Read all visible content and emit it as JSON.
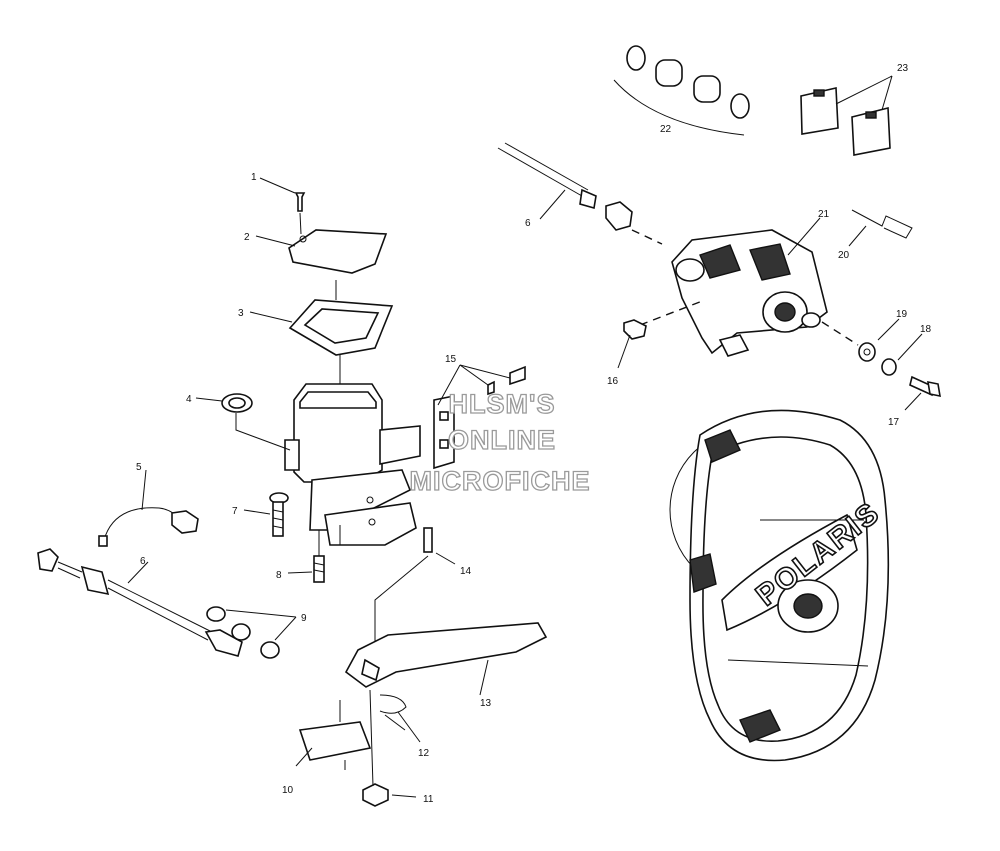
{
  "watermark": {
    "line1": "HLSM'S",
    "line2": "ONLINE",
    "line3": "MICROFICHE"
  },
  "brand_text": "POLARIS",
  "callouts": {
    "c1": "1",
    "c2": "2",
    "c3": "3",
    "c4": "4",
    "c5": "5",
    "c6a": "6",
    "c6b": "6",
    "c7": "7",
    "c8": "8",
    "c9": "9",
    "c10": "10",
    "c11": "11",
    "c12": "12",
    "c13": "13",
    "c14": "14",
    "c15": "15",
    "c16": "16",
    "c17": "17",
    "c18": "18",
    "c19": "19",
    "c20": "20",
    "c21": "21",
    "c22": "22",
    "c23": "23"
  },
  "colors": {
    "line": "#111111",
    "fill_dark": "#333333",
    "watermark_outline": "#9a9a9a"
  }
}
